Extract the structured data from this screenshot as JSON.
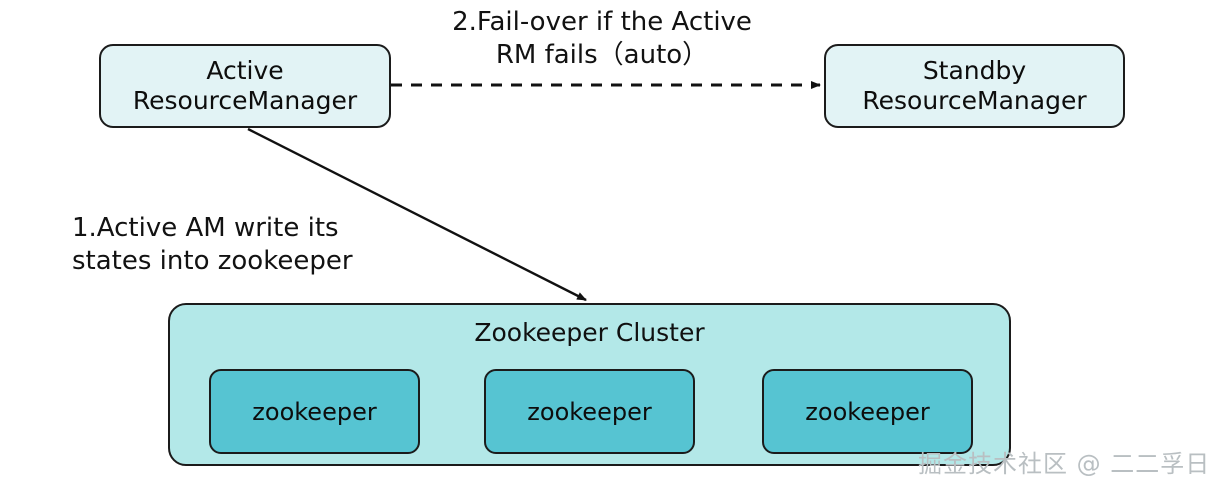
{
  "diagram": {
    "nodes": {
      "active_rm": {
        "line1": "Active",
        "line2": "ResourceManager"
      },
      "standby_rm": {
        "line1": "Standby",
        "line2": "ResourceManager"
      },
      "zookeeper_cluster": {
        "title": "Zookeeper Cluster",
        "members": [
          {
            "label": "zookeeper"
          },
          {
            "label": "zookeeper"
          },
          {
            "label": "zookeeper"
          }
        ]
      }
    },
    "annotations": {
      "write_states": "1.Active AM write its\nstates into zookeeper",
      "failover": "2.Fail-over if the Active\nRM fails（auto）"
    },
    "edges": [
      {
        "name": "active-rm-to-zookeeper",
        "style": "solid",
        "arrow": "end",
        "from": "active_rm",
        "to": "zookeeper_cluster"
      },
      {
        "name": "active-rm-to-standby-rm",
        "style": "dashed",
        "arrow": "end",
        "from": "active_rm",
        "to": "standby_rm"
      }
    ],
    "watermark": "掘金技术社区 @ 二二孚日",
    "colors": {
      "rm_fill": "#e2f3f5",
      "cluster_fill": "#b3e8e8",
      "zk_node_fill": "#56c4d2",
      "stroke": "#1b1b1b",
      "background": "#ffffff",
      "watermark": "#b9bfc2"
    }
  }
}
